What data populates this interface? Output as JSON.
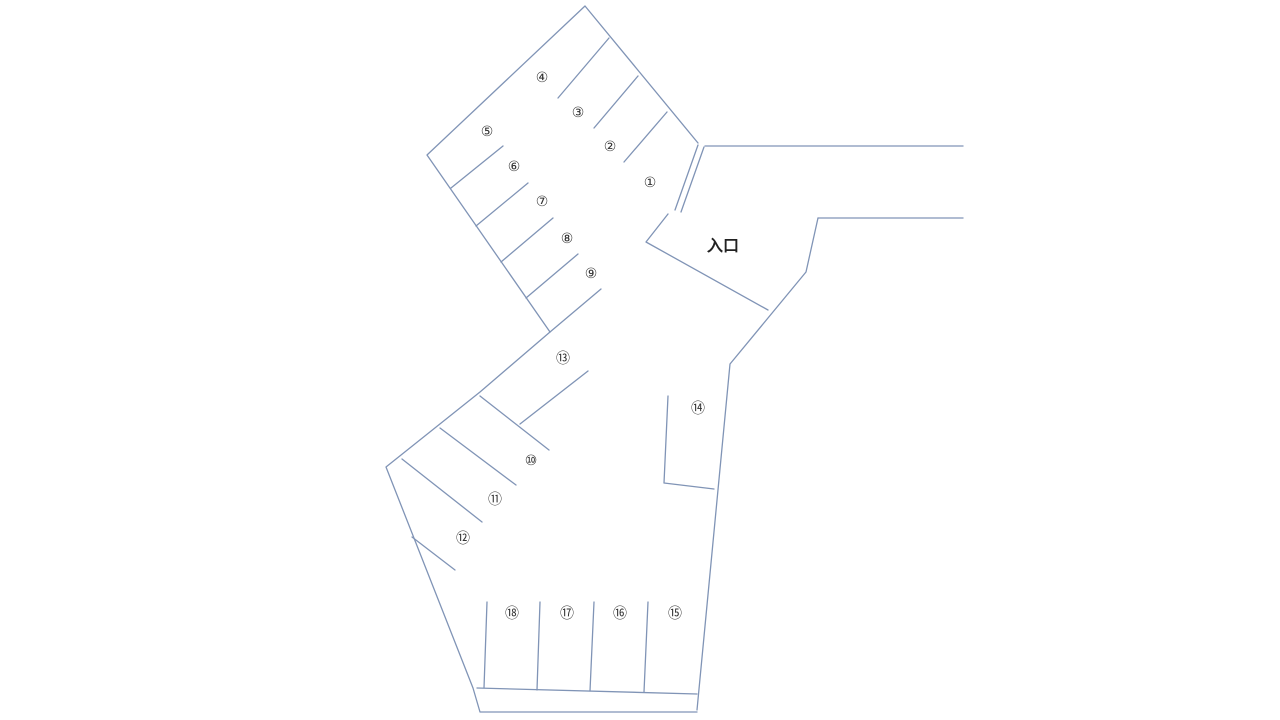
{
  "entrance": {
    "label": "入口"
  },
  "spots": [
    {
      "id": 1,
      "label": "①"
    },
    {
      "id": 2,
      "label": "②"
    },
    {
      "id": 3,
      "label": "③"
    },
    {
      "id": 4,
      "label": "④"
    },
    {
      "id": 5,
      "label": "⑤"
    },
    {
      "id": 6,
      "label": "⑥"
    },
    {
      "id": 7,
      "label": "⑦"
    },
    {
      "id": 8,
      "label": "⑧"
    },
    {
      "id": 9,
      "label": "⑨"
    },
    {
      "id": 10,
      "label": "⑩"
    },
    {
      "id": 11,
      "label": "⑪"
    },
    {
      "id": 12,
      "label": "⑫"
    },
    {
      "id": 13,
      "label": "⑬"
    },
    {
      "id": 14,
      "label": "⑭"
    },
    {
      "id": 15,
      "label": "⑮"
    },
    {
      "id": 16,
      "label": "⑯"
    },
    {
      "id": 17,
      "label": "⑰"
    },
    {
      "id": 18,
      "label": "⑱"
    }
  ],
  "colors": {
    "line": "#8094b6",
    "text": "#333333"
  }
}
